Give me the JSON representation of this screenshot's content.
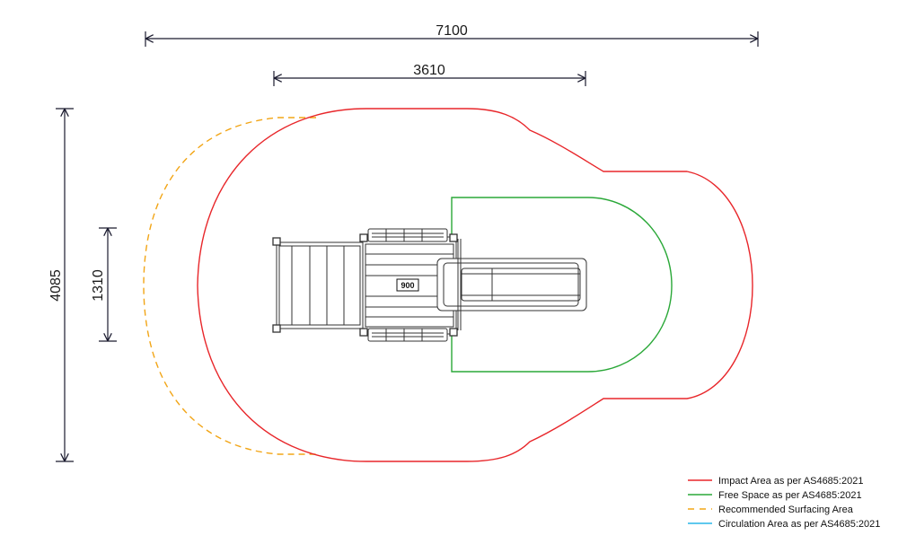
{
  "dimensions": {
    "overall_width": "7100",
    "equipment_width": "3610",
    "overall_height": "4085",
    "equipment_height": "1310"
  },
  "equipment": {
    "platform_label": "900"
  },
  "legend": {
    "items": [
      {
        "label": "Impact Area as per AS4685:2021",
        "color": "#e8262a",
        "style": "solid"
      },
      {
        "label": "Free Space as per AS4685:2021",
        "color": "#2aa838",
        "style": "solid"
      },
      {
        "label": "Recommended Surfacing Area",
        "color": "#f2a516",
        "style": "dashed"
      },
      {
        "label": "Circulation Area as per AS4685:2021",
        "color": "#29b6e8",
        "style": "solid"
      }
    ]
  },
  "colors": {
    "impact": "#e8262a",
    "free_space": "#2aa838",
    "surfacing": "#f2a516",
    "circulation": "#29b6e8",
    "dimension": "#1a1a2e"
  }
}
